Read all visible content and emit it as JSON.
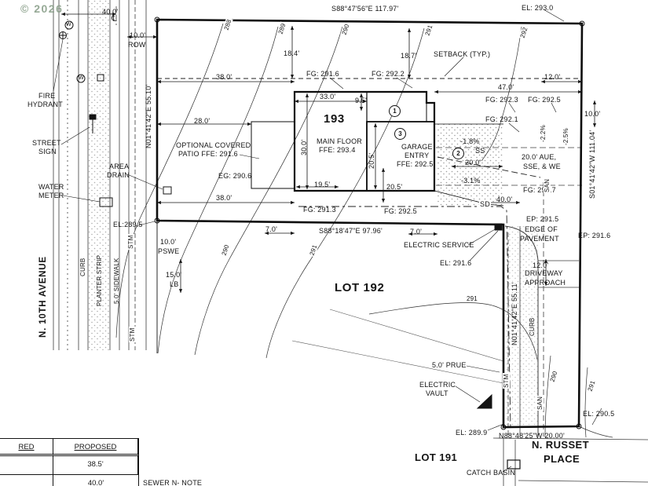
{
  "watermark": "© 2026",
  "colors": {
    "ink": "#141414",
    "watermark": "#8ba08b"
  },
  "labels": {
    "d40row": "40.0'",
    "cl": "℄",
    "brg_top": "S88°47'56\"E 117.97'",
    "el293": "EL: 293.0",
    "c288": "288",
    "c289": "289",
    "c290": "290",
    "c291": "291",
    "c292": "292",
    "c290b": "290",
    "c291b": "291",
    "c291c": "291",
    "c290c": "290",
    "c291d": "291",
    "row1": "10.0'",
    "row2": "ROW",
    "d184": "18.4'",
    "d187": "18.7'",
    "setback": "SETBACK (TYP.)",
    "d38u": "38.0'",
    "fg2916": "FG: 291.6",
    "fg2922": "FG: 292.2",
    "d47": "47.0'",
    "d12t": "12.0'",
    "d33": "33.0'",
    "d95": "9.5'",
    "k1": "1",
    "k2": "2",
    "k3": "3",
    "fg2923": "FG: 292.3",
    "fg2925a": "FG: 292.5",
    "fg2921": "FG: 292.1",
    "d10r": "10.0'",
    "d28": "28.0'",
    "lot193": "193",
    "s18": "-1.8%",
    "s22": "-2.2%",
    "s25": "-2.5%",
    "fire1": "FIRE",
    "fire2": "HYDRANT",
    "brg_left": "N01°41'42\"E 55.10'",
    "d30": "30.0'",
    "mf1": "MAIN FLOOR",
    "mf2": "FFE: 293.4",
    "g1": "GARAGE",
    "g2": "ENTRY",
    "g3": "FFE: 292.5",
    "ss": "SS",
    "d20g": "20.0'",
    "ease1": "20.0' AUE,",
    "ease2": "SSE, & WE",
    "brg_right": "S01°41'42\"W 111.04'",
    "ss1": "STREET",
    "ss2": "SIGN",
    "pat1": "OPTIONAL COVERED",
    "pat2": "PATIO FFE: 291.6",
    "d205a": "20.5'",
    "d205b": "20.5'",
    "eg2906": "EG: 290.6",
    "ad1": "AREA",
    "ad2": "DRAIN",
    "s31": "-3.1%",
    "fg2917": "FG: 291.7",
    "d195": "19.5'",
    "wmt1": "WATER",
    "wmt2": "METER",
    "d38l": "38.0'",
    "fg2913": "FG: 291.3",
    "fg2925b": "FG: 292.5",
    "sd": "SD",
    "d40sd": "40.0'",
    "ep2915": "EP: 291.5",
    "el2895": "EL:289.5",
    "d7l": "7.0'",
    "brg_mid": "S88°18'47\"E 97.96'",
    "d7r": "7.0'",
    "esvc": "ELECTRIC SERVICE",
    "eop1": "EDGE OF",
    "eop2": "PAVEMENT",
    "ep2916": "EP: 291.6",
    "el2916": "EL: 291.6",
    "pswe1": "10.0'",
    "pswe2": "PSWE",
    "d12d": "12.0'",
    "dw1": "DRIVEWAY",
    "dw2": "APPROACH",
    "lb1": "15.0'",
    "lb2": "LB",
    "lot192": "LOT 192",
    "brg_flag": "N01°41'42\"E 55.11'",
    "curbL": "CURB",
    "curbR": "CURB",
    "ave": "N. 10TH AVENUE",
    "planter": "PLANTER STRIP",
    "walk": "5.0' SIDEWALK",
    "stm1": "STM",
    "stm2": "STM",
    "stm3": "STM",
    "san1": "SAN",
    "san2": "SAN",
    "w1": "W",
    "w2": "W",
    "prue": "5.0' PRUE",
    "ev1": "ELECTRIC",
    "ev2": "VAULT",
    "el2905": "EL: 290.5",
    "el2899": "EL: 289.9",
    "brg_bot": "N88°48'25\"W 20.00'",
    "lot191": "LOT 191",
    "rus1": "N. RUSSET",
    "rus2": "PLACE",
    "cb": "CATCH BASIN",
    "note": "SEWER N- NOTE"
  },
  "table": {
    "col1": "RED",
    "col2": "PROPOSED",
    "r1": "38.5'",
    "r2": "40.0'"
  }
}
